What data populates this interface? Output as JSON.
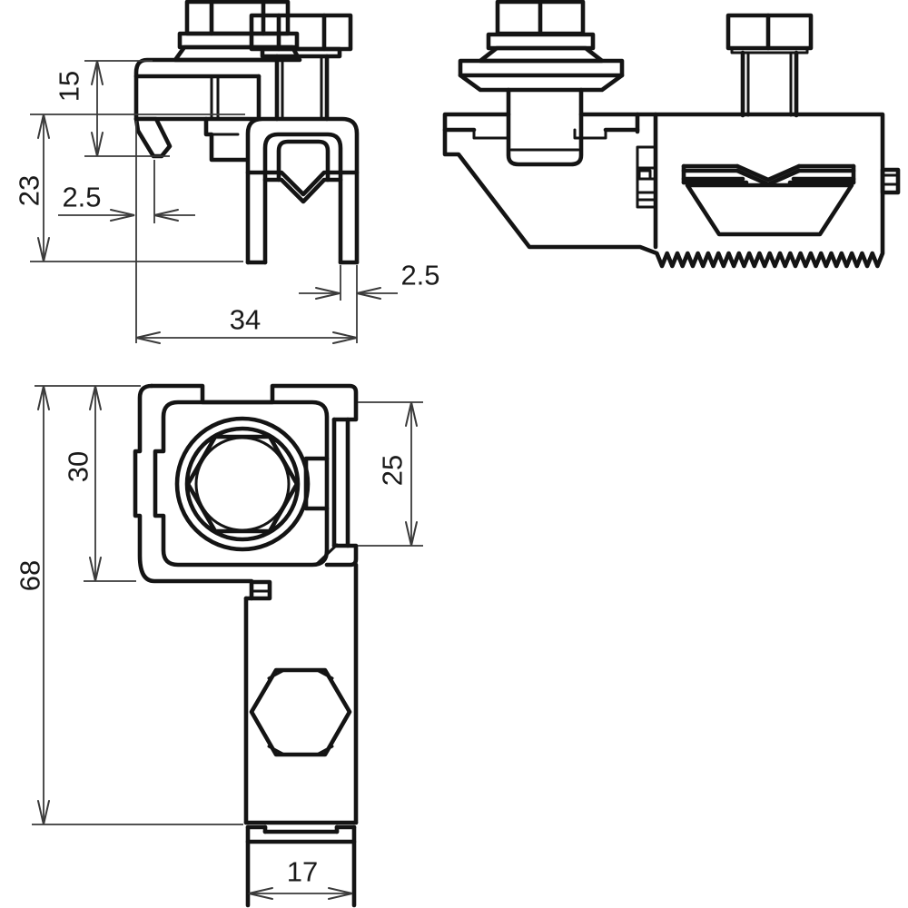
{
  "meta": {
    "background_color": "#ffffff",
    "line_color": "#141414",
    "dimension_color": "#3a3a3a"
  },
  "views": {
    "front": {
      "name": "front-view",
      "dims": {
        "offset_top": "15",
        "overall_height": "23",
        "claw_thickness": "2.5",
        "overall_width": "34",
        "leg_thickness": "2.5"
      }
    },
    "side": {
      "name": "side-view"
    },
    "top": {
      "name": "top-view",
      "dims": {
        "upper_section_height": "30",
        "contact_plate_height": "25",
        "total_length": "68",
        "arm_width": "17"
      }
    }
  }
}
